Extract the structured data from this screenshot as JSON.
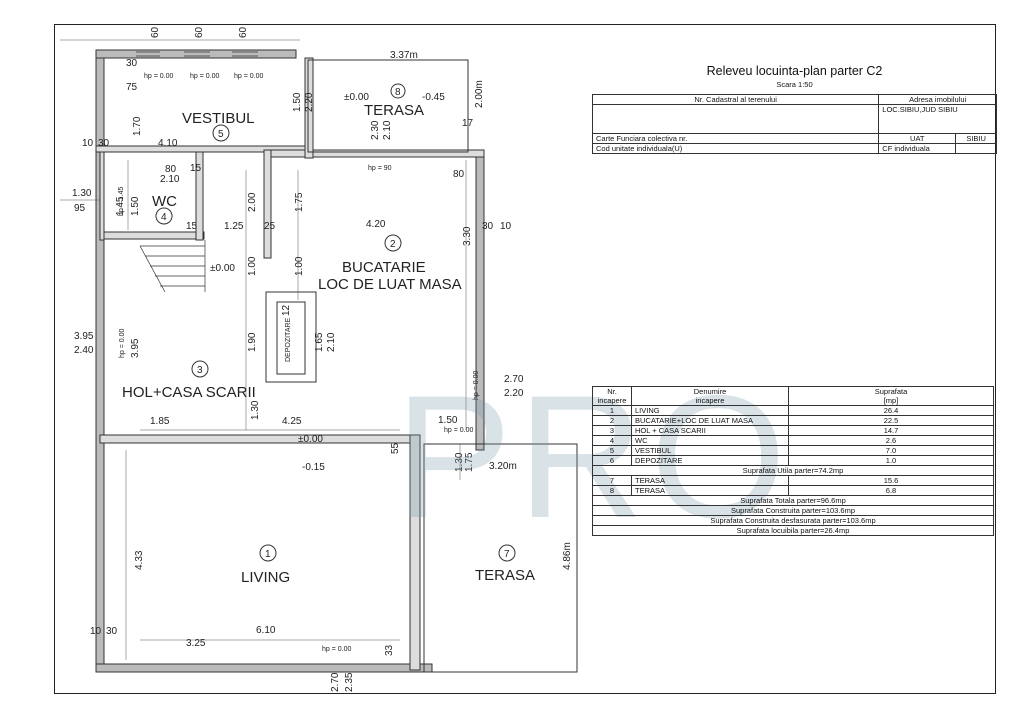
{
  "title": "Releveu locuinta-plan parter C2",
  "scale": "Scara 1:50",
  "cadastral": {
    "h_nr_cadastral": "Nr. Cadastral al terenului",
    "h_adresa": "Adresa imobilului",
    "adresa_value": "LOC.SIBIU,JUD SIBIU",
    "carte_funciara": "Carte Funciara colectiva nr.",
    "uat_label": "UAT",
    "uat_value": "SIBIU",
    "cod_unitate": "Cod unitate individuala(U)",
    "cf_individuala": "CF individuala"
  },
  "rooms_table": {
    "h_nr": "Nr.",
    "h_incapere": "incapere",
    "h_denumire": "Denumire",
    "h_denumire2": "incapere",
    "h_suprafata": "Suprafata",
    "h_unit": "[mp]",
    "rows": [
      {
        "nr": "1",
        "name": "LIVING",
        "area": "26.4"
      },
      {
        "nr": "2",
        "name": "BUCATARIE+LOC DE LUAT MASA",
        "area": "22.5"
      },
      {
        "nr": "3",
        "name": "HOL + CASA SCARII",
        "area": "14.7"
      },
      {
        "nr": "4",
        "name": "WC",
        "area": "2.6"
      },
      {
        "nr": "5",
        "name": "VESTIBUL",
        "area": "7.0"
      },
      {
        "nr": "6",
        "name": "DEPOZITARE",
        "area": "1.0"
      }
    ],
    "utila": "Suprafata Utila parter=74.2mp",
    "rows2": [
      {
        "nr": "7",
        "name": "TERASA",
        "area": "15.6"
      },
      {
        "nr": "8",
        "name": "TERASA",
        "area": "6.8"
      }
    ],
    "totals": [
      "Suprafata Totala parter=96.6mp",
      "Suprafata Construita parter=103.6mp",
      "Suprafata Construita desfasurata parter=103.6mp",
      "Suprafata locuibila parter=26.4mp"
    ]
  },
  "plan": {
    "rooms": {
      "vestibul": "VESTIBUL",
      "vestibul_nr": "5",
      "terasa8": "TERASA",
      "terasa8_nr": "8",
      "wc": "WC",
      "wc_nr": "4",
      "bucatarie1": "BUCATARIE",
      "bucatarie2": "LOC DE LUAT MASA",
      "bucatarie_nr": "2",
      "depozitare": "DEPOZITARE",
      "hol": "HOL+CASA SCARII",
      "hol_nr": "3",
      "living": "LIVING",
      "living_nr": "1",
      "terasa7": "TERASA",
      "terasa7_nr": "7"
    },
    "levels": {
      "l1": "±0.00",
      "l2": "-0.45",
      "l3": "±0.00",
      "l4": "±0.00",
      "l5": "-0.15",
      "l6": "±0.00"
    },
    "dims": {
      "d_410": "4.10",
      "d_170": "1.70",
      "d_75": "75",
      "d_150a": "1.50",
      "d_220a": "2.20",
      "d_230": "2.30",
      "d_210a": "2.10",
      "d_80a": "80",
      "d_130a": "1.30",
      "d_95": "95",
      "d_145": "1.45",
      "d_150b": "1.50",
      "d_125": "1.25",
      "d_200": "2.00",
      "d_175a": "1.75",
      "d_420": "4.20",
      "d_330": "3.30",
      "d_100a": "1.00",
      "d_100b": "1.00",
      "d_395": "3.95",
      "d_240": "2.40",
      "d_190": "1.90",
      "d_165": "1.65",
      "d_210b": "2.10",
      "d_185": "1.85",
      "d_425": "4.25",
      "d_130b": "1.30",
      "d_150c": "1.50",
      "d_270": "2.70",
      "d_220b": "2.20",
      "d_433": "4.33",
      "d_325": "3.25",
      "d_610": "6.10",
      "d_80b": "80",
      "d_15": "15",
      "d_25": "25",
      "d_10": "10",
      "d_30": "30",
      "d_60": "60",
      "d_55": "55",
      "d_33": "33",
      "d_175b": "1.75",
      "d_337": "3.37m",
      "d_320": "3.20m",
      "d_486": "4.86m",
      "d_200m": "2.00m",
      "d_235": "2.35",
      "d_270b": "2.70",
      "d_12": "12",
      "d_17": "17"
    },
    "hp": {
      "hp000": "hp = 0.00",
      "hp90": "hp = 90",
      "hp145": "hp = 1.45"
    }
  },
  "watermark": "PRO"
}
